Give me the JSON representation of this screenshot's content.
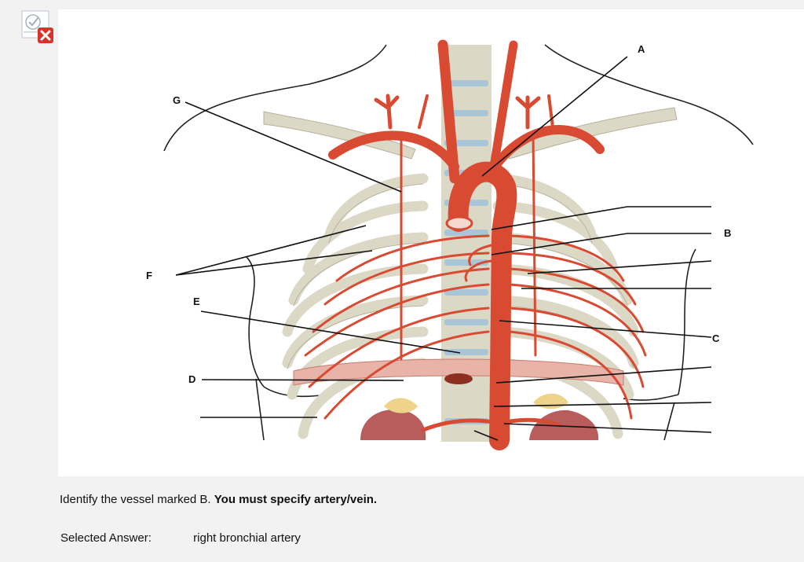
{
  "question": {
    "prompt": "Identify the vessel marked B.",
    "emphasis": "You must specify artery/vein."
  },
  "answer": {
    "label": "Selected Answer:",
    "value": "right bronchial artery",
    "status": "incorrect"
  },
  "diagram": {
    "labels": [
      "A",
      "B",
      "C",
      "D",
      "E",
      "F",
      "G"
    ]
  },
  "colors": {
    "artery": "#d94a33",
    "bone": "#dcd8c6",
    "disc": "#a9c6d9",
    "incorrect": "#d9312b"
  },
  "icons": {
    "status": "incorrect-answer-icon"
  }
}
